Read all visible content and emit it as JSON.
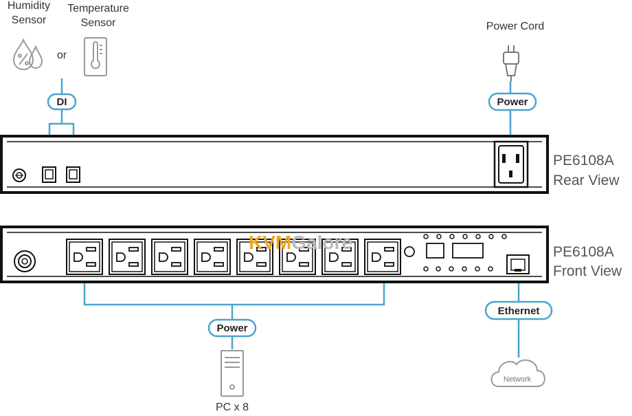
{
  "sensors": {
    "humidity_line1": "Humidity",
    "humidity_line2": "Sensor",
    "or_label": "or",
    "temperature_line1": "Temperature",
    "temperature_line2": "Sensor",
    "di_label": "DI"
  },
  "power_cord": {
    "label": "Power Cord",
    "pill_label": "Power"
  },
  "rear_panel": {
    "model": "PE6108A",
    "view_label": "Rear View"
  },
  "front_panel": {
    "model": "PE6108A",
    "view_label": "Front View",
    "outlet_count": 8
  },
  "watermark": {
    "part1": "KVM",
    "part2": "Galore"
  },
  "pc": {
    "pill_label": "Power",
    "label": "PC x 8"
  },
  "network": {
    "pill_label": "Ethernet",
    "cloud_label": "Network"
  },
  "colors": {
    "connector_line": "#4ba3cc",
    "pill_border": "#4ba3cc",
    "panel_border": "#111111",
    "icon_gray": "#999999",
    "watermark_orange": "#f0a623",
    "watermark_gray": "#bbbbbb"
  }
}
